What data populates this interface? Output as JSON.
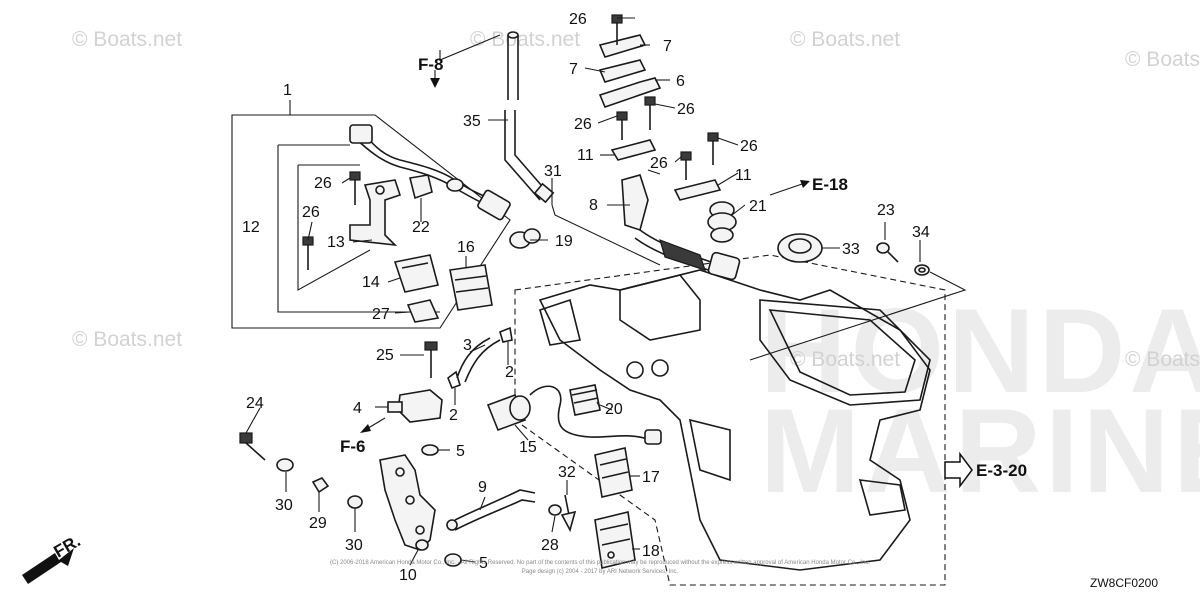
{
  "watermark": {
    "text": "© Boats.net"
  },
  "background_brand": [
    "HONDA",
    "MARINE"
  ],
  "callouts": {
    "c1": "1",
    "c2a": "2",
    "c2b": "2",
    "c3": "3",
    "c4": "4",
    "c5a": "5",
    "c5b": "5",
    "c6": "6",
    "c7a": "7",
    "c7b": "7",
    "c8": "8",
    "c9": "9",
    "c10": "10",
    "c11a": "11",
    "c11b": "11",
    "c12": "12",
    "c13": "13",
    "c14": "14",
    "c15": "15",
    "c16": "16",
    "c17": "17",
    "c18": "18",
    "c19": "19",
    "c20": "20",
    "c21": "21",
    "c22": "22",
    "c23": "23",
    "c24": "24",
    "c25": "25",
    "c26a": "26",
    "c26b": "26",
    "c26c": "26",
    "c26d": "26",
    "c26e": "26",
    "c26f": "26",
    "c26g": "26",
    "c27": "27",
    "c28": "28",
    "c29": "29",
    "c30a": "30",
    "c30b": "30",
    "c31": "31",
    "c32": "32",
    "c33": "33",
    "c34": "34",
    "c35": "35"
  },
  "references": {
    "f8": "F-8",
    "f6": "F-6",
    "e18": "E-18",
    "e320": "E-3-20",
    "fr": "FR."
  },
  "diagram_code": "ZW8CF0200",
  "copyright_line1": "(C) 2006-2018 American Honda Motor Co., Inc. - All Rights Reserved. No part of the contents of this publication may be reproduced without the express written approval of American Honda Motor Co., Inc.",
  "copyright_line2": "Page design (c) 2004 - 2017 by ARI Network Services, Inc."
}
